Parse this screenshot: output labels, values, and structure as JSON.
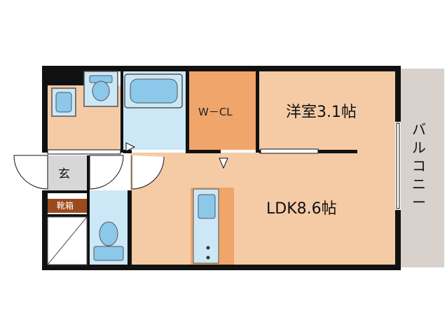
{
  "rooms": {
    "western": "洋室3.1帖",
    "ldk": "LDK8.6帖",
    "walk_in_closet": "W－CL",
    "entrance": "玄",
    "shoe_box": "靴箱",
    "balcony": "バルコニー"
  },
  "colors": {
    "wall": "#111111",
    "floor": "#f5cba6",
    "wet_area": "#cce8f7",
    "closet": "#f0a56b",
    "balcony": "#d8d1cc",
    "fixture": "#8cc8ea"
  }
}
